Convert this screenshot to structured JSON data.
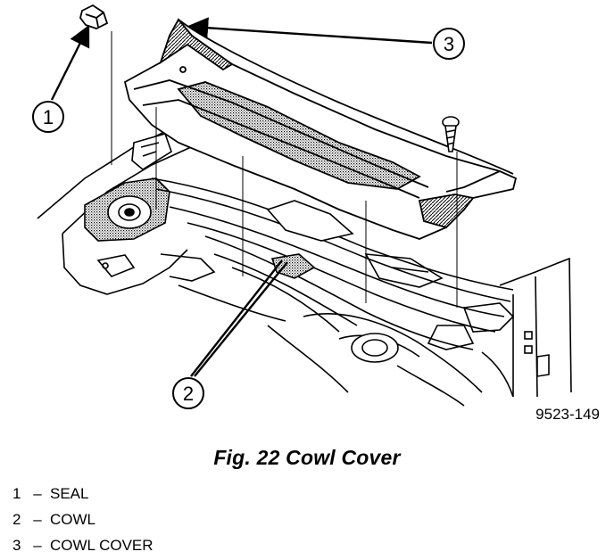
{
  "figure": {
    "callouts": [
      {
        "number": "1",
        "name": "seal"
      },
      {
        "number": "2",
        "name": "cowl"
      },
      {
        "number": "3",
        "name": "cowl-cover"
      }
    ],
    "part_code": "9523-149"
  },
  "caption": "Fig. 22 Cowl Cover",
  "legend": [
    {
      "number": "1",
      "separator": "–",
      "label": "SEAL"
    },
    {
      "number": "2",
      "separator": "–",
      "label": "COWL"
    },
    {
      "number": "3",
      "separator": "–",
      "label": "COWL COVER"
    }
  ]
}
